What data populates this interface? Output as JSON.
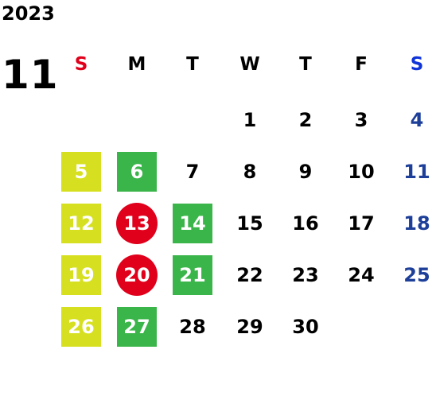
{
  "calendar": {
    "year": "2023",
    "month": "11",
    "weekday_headers": [
      {
        "label": "S",
        "color": "#e0001b"
      },
      {
        "label": "M",
        "color": "#000000"
      },
      {
        "label": "T",
        "color": "#000000"
      },
      {
        "label": "W",
        "color": "#000000"
      },
      {
        "label": "T",
        "color": "#000000"
      },
      {
        "label": "F",
        "color": "#000000"
      },
      {
        "label": "S",
        "color": "#1034d8"
      }
    ],
    "weeks": [
      [
        null,
        null,
        null,
        "1",
        "2",
        "3",
        "4"
      ],
      [
        "5",
        "6",
        "7",
        "8",
        "9",
        "10",
        "11"
      ],
      [
        "12",
        "13",
        "14",
        "15",
        "16",
        "17",
        "18"
      ],
      [
        "19",
        "20",
        "21",
        "22",
        "23",
        "24",
        "25"
      ],
      [
        "26",
        "27",
        "28",
        "29",
        "30",
        null,
        null
      ]
    ],
    "highlights": {
      "5": "lime-square",
      "12": "lime-square",
      "19": "lime-square",
      "26": "lime-square",
      "6": "green-square",
      "14": "green-square",
      "21": "green-square",
      "27": "green-square",
      "13": "red-circle",
      "20": "red-circle"
    },
    "colors": {
      "lime": "#d6e021",
      "green": "#3ab54a",
      "red": "#e0001b",
      "saturday_blue": "#1d3f99",
      "text": "#000000",
      "highlight_text": "#ffffff"
    }
  }
}
